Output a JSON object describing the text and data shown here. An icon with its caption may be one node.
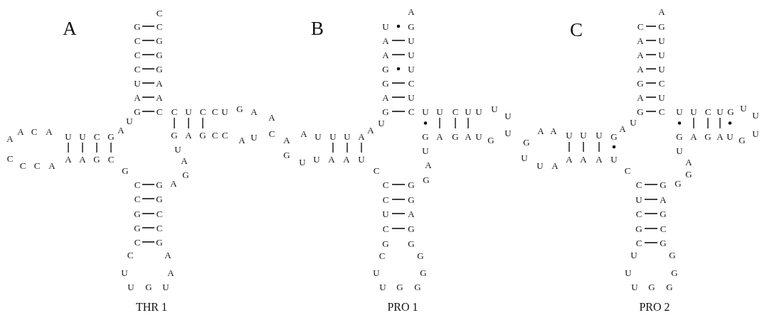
{
  "diagram": {
    "labels": [
      "A",
      "G",
      "C",
      "C",
      "C",
      "U",
      "A",
      "G",
      "U",
      "A",
      "G",
      "C",
      "U",
      "U",
      "A",
      "C",
      "A",
      "A",
      "C",
      "C",
      "C",
      "A",
      "A",
      "A",
      "G",
      "C",
      "G",
      "C",
      "C",
      "G",
      "G",
      "C",
      "C",
      "U",
      "U",
      "G",
      "U",
      "A",
      "A",
      "G",
      "C",
      "C",
      "G",
      "G",
      "A",
      "G",
      "A",
      "U",
      "G",
      "A",
      "G",
      "C",
      "C",
      "A",
      "U",
      "C",
      "A",
      "A",
      "G",
      "U",
      "C",
      "C",
      "U",
      "C",
      "C",
      "A",
      "A",
      "G",
      "G",
      "G",
      "C",
      "C",
      "THR 1",
      "B",
      "U",
      "A",
      "A",
      "G",
      "G",
      "A",
      "G",
      "U",
      "A",
      "A",
      "U",
      "U",
      "U",
      "A",
      "A",
      "G",
      "U",
      "U",
      "A",
      "A",
      "U",
      "C",
      "C",
      "C",
      "U",
      "C",
      "G",
      "C",
      "U",
      "U",
      "G",
      "G",
      "G",
      "G",
      "G",
      "G",
      "A",
      "G",
      "G",
      "G",
      "A",
      "U",
      "G",
      "A",
      "G",
      "A",
      "U",
      "G",
      "U",
      "U",
      "U",
      "U",
      "U",
      "C",
      "U",
      "U",
      "C",
      "U",
      "C",
      "U",
      "U",
      "U",
      "G",
      "A",
      "PRO 1",
      "C",
      "C",
      "A",
      "A",
      "A",
      "G",
      "A",
      "G",
      "U",
      "A",
      "G",
      "U",
      "U",
      "U",
      "A",
      "A",
      "G",
      "U",
      "U",
      "A",
      "A",
      "A",
      "A",
      "U",
      "C",
      "C",
      "U",
      "C",
      "G",
      "C",
      "U",
      "U",
      "U",
      "G",
      "G",
      "G",
      "G",
      "G",
      "C",
      "G",
      "A",
      "G",
      "G",
      "G",
      "A",
      "U",
      "G",
      "A",
      "G",
      "A",
      "U",
      "G",
      "U",
      "U",
      "U",
      "G",
      "U",
      "C",
      "U",
      "U",
      "C",
      "U",
      "C",
      "U",
      "U",
      "U",
      "G",
      "A",
      "PRO 2"
    ]
  }
}
